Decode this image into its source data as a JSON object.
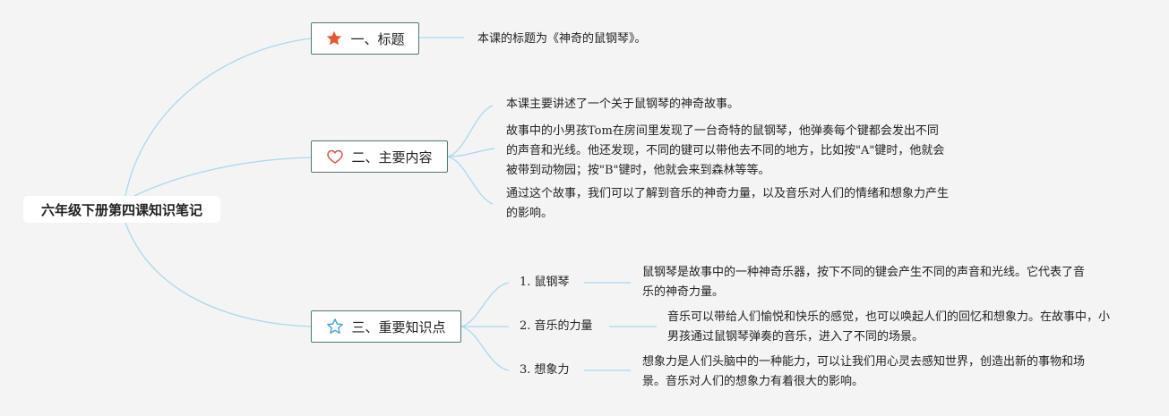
{
  "root": {
    "title": "六年级下册第四课知识笔记"
  },
  "branches": [
    {
      "icon": "star-filled-icon",
      "icon_color": "#e8562f",
      "label": "一、标题",
      "details": [
        "本课的标题为《神奇的鼠钢琴》。"
      ]
    },
    {
      "icon": "heart-outline-icon",
      "icon_color": "#d9534f",
      "label": "二、主要内容",
      "details": [
        "本课主要讲述了一个关于鼠钢琴的神奇故事。",
        "故事中的小男孩Tom在房间里发现了一台奇特的鼠钢琴，他弹奏每个键都会发出不同的声音和光线。他还发现，不同的键可以带他去不同的地方，比如按\"A\"键时，他就会被带到动物园；按\"B\"键时，他就会来到森林等等。",
        "通过这个故事，我们可以了解到音乐的神奇力量，以及音乐对人们的情绪和想象力产生的影响。"
      ]
    },
    {
      "icon": "star-outline-icon",
      "icon_color": "#3b9fd6",
      "label": "三、重要知识点",
      "points": [
        {
          "label": "1. 鼠钢琴",
          "detail": "鼠钢琴是故事中的一种神奇乐器，按下不同的键会产生不同的声音和光线。它代表了音乐的神奇力量。"
        },
        {
          "label": "2. 音乐的力量",
          "detail": "音乐可以带给人们愉悦和快乐的感觉，也可以唤起人们的回忆和想象力。在故事中，小男孩通过鼠钢琴弹奏的音乐，进入了不同的场景。"
        },
        {
          "label": "3. 想象力",
          "detail": "想象力是人们头脑中的一种能力，可以让我们用心灵去感知世界，创造出新的事物和场景。音乐对人们的想象力有着很大的影响。"
        }
      ]
    }
  ],
  "colors": {
    "connector": "#a9d8ef",
    "node_border": "#4a7c73",
    "background": "#f4f4f4"
  }
}
